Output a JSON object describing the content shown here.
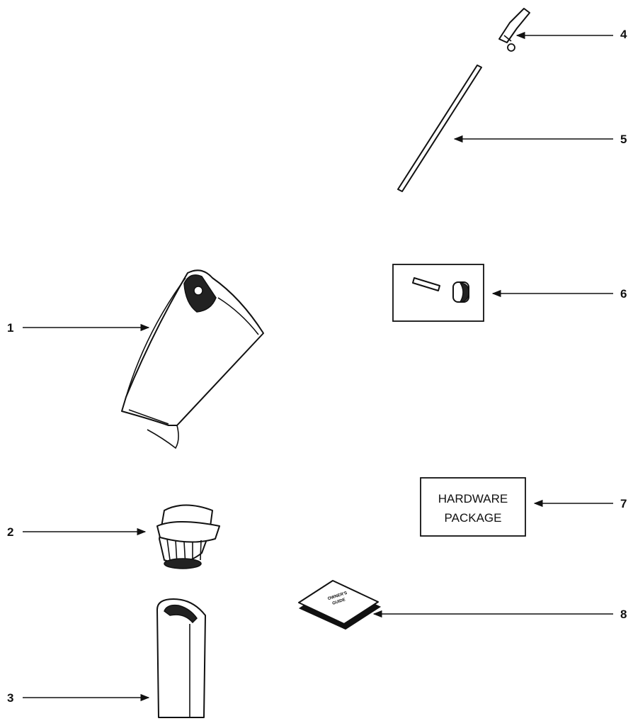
{
  "callouts": [
    "1",
    "2",
    "3",
    "4",
    "5",
    "6",
    "7",
    "8"
  ],
  "hardware_box": {
    "line1": "HARDWARE",
    "line2": "PACKAGE"
  },
  "manual": {
    "line1": "OWNER'S",
    "line2": "GUIDE"
  },
  "colors": {
    "ink": "#111111",
    "paper": "#ffffff"
  }
}
